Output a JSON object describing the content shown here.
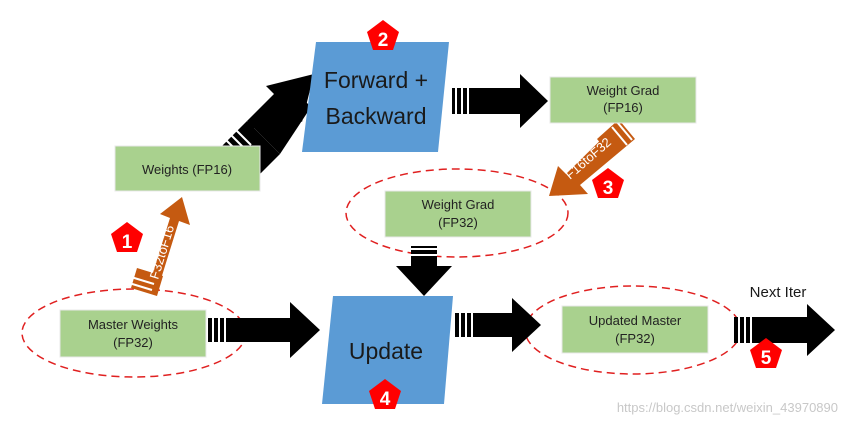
{
  "nodes": {
    "weights_fp16": {
      "label": "Weights (FP16)"
    },
    "forward_backward": {
      "line1": "Forward +",
      "line2": "Backward"
    },
    "weight_grad_fp16": {
      "line1": "Weight Grad",
      "line2": "(FP16)"
    },
    "weight_grad_fp32": {
      "line1": "Weight Grad",
      "line2": "(FP32)"
    },
    "master_weights": {
      "line1": "Master Weights",
      "line2": "(FP32)"
    },
    "update": {
      "label": "Update"
    },
    "updated_master": {
      "line1": "Updated Master",
      "line2": "(FP32)"
    }
  },
  "arrows": {
    "f32tof16": "F32toF16",
    "f16tof32": "F16toF32",
    "next_iter": "Next Iter"
  },
  "steps": [
    "1",
    "2",
    "3",
    "4",
    "5"
  ],
  "watermark": "https://blog.csdn.net/weixin_43970890",
  "colors": {
    "box_fill": "#a9d18e",
    "parallelogram_fill": "#5b9bd5",
    "arrow_black": "#000000",
    "arrow_orange": "#c55a11",
    "badge_red": "#ff0000",
    "ellipse_red": "#e02020"
  }
}
